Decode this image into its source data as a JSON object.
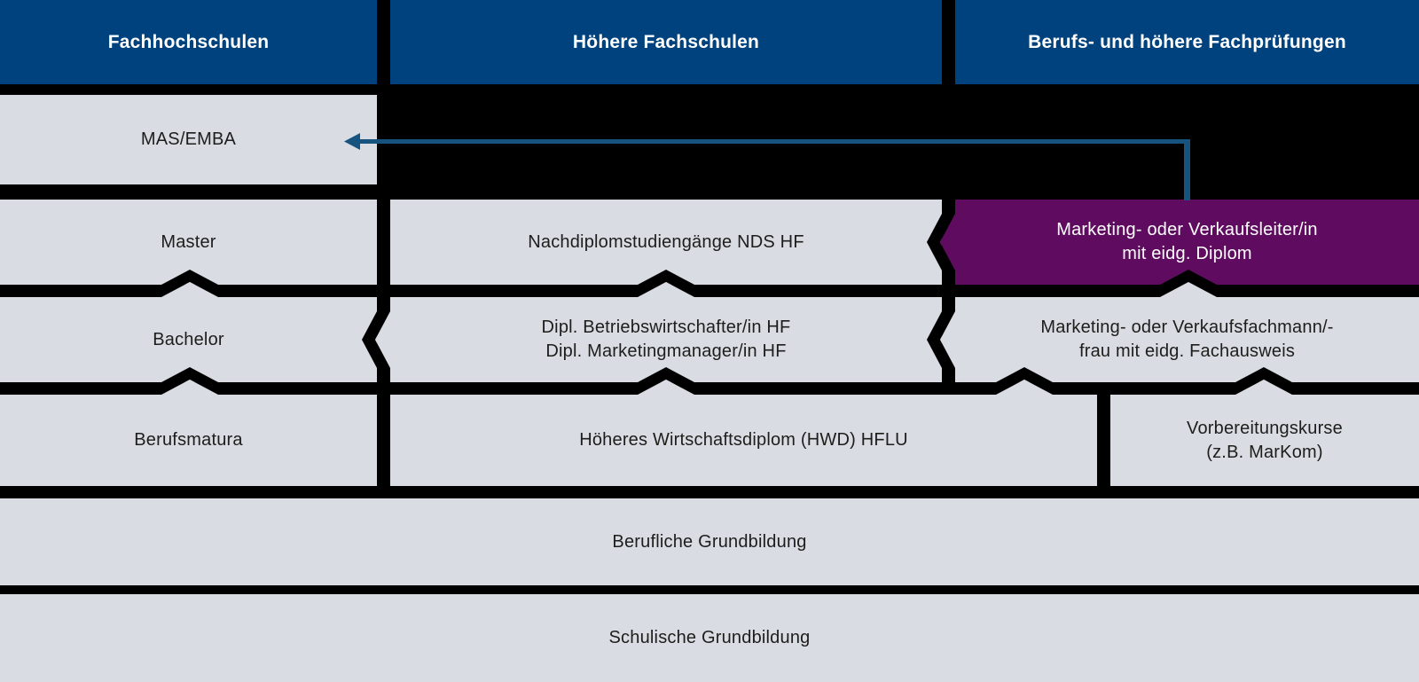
{
  "colors": {
    "background": "#000000",
    "header_blue": "#00427d",
    "box_gray": "#d9dde3",
    "highlight_purple": "#5f0c60",
    "arrow_blue": "#16537f",
    "text_dark": "#1d1d1b",
    "text_light": "#ffffff"
  },
  "headers": {
    "fachhochschulen": "Fachhochschulen",
    "hoehere_fachschulen": "Höhere Fachschulen",
    "berufspruefungen": "Berufs- und höhere Fachprüfungen"
  },
  "fachhochschulen": {
    "mas": "MAS/EMBA",
    "master": "Master",
    "bachelor": "Bachelor",
    "berufsmatura": "Berufsmatura"
  },
  "hoehere_fachschulen": {
    "nds": "Nachdiplomstudiengänge NDS HF",
    "dipl": {
      "lines": [
        "Dipl. Betriebswirtschafter/in HF",
        "Dipl. Marketingmanager/in HF"
      ]
    },
    "hwd": "Höheres Wirtschaftsdiplom (HWD) HFLU"
  },
  "pruefungen": {
    "leiter": {
      "lines": [
        "Marketing- oder Verkaufsleiter/in",
        "mit eidg. Diplom"
      ]
    },
    "fachmann": {
      "lines": [
        "Marketing- oder Verkaufsfachmann/-",
        "frau mit eidg. Fachausweis"
      ]
    },
    "vorbereitung": {
      "lines": [
        "Vorbereitungskurse",
        "(z.B. MarKom)"
      ]
    }
  },
  "grundbildung": {
    "beruflich": "Berufliche Grundbildung",
    "schulisch": "Schulische Grundbildung"
  }
}
